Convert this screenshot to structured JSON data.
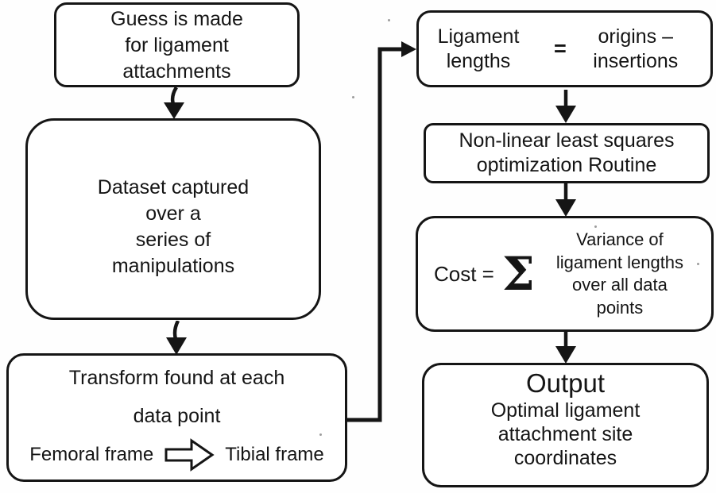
{
  "colors": {
    "ink": "#151515",
    "paper": "#ffffff"
  },
  "boxes": {
    "guess": {
      "lines": [
        "Guess is made",
        "for ligament",
        "attachments"
      ]
    },
    "dataset": {
      "lines": [
        "Dataset captured",
        "over a",
        "series of",
        "manipulations"
      ]
    },
    "transform": {
      "line1": "Transform found at each",
      "line2": "data point",
      "from_label": "Femoral frame",
      "to_label": "Tibial frame"
    },
    "ligament_lengths": {
      "lhs_lines": [
        "Ligament",
        "lengths"
      ],
      "operator": "=",
      "rhs_lines": [
        "origins –",
        "insertions"
      ]
    },
    "optimization": {
      "lines": [
        "Non-linear least squares",
        "optimization Routine"
      ]
    },
    "cost": {
      "label": "Cost =",
      "sigma": "Σ",
      "description_lines": [
        "Variance of",
        "ligament lengths",
        "over all data",
        "points"
      ]
    },
    "output": {
      "title": "Output",
      "lines": [
        "Optimal ligament",
        "attachment site",
        "coordinates"
      ]
    }
  }
}
